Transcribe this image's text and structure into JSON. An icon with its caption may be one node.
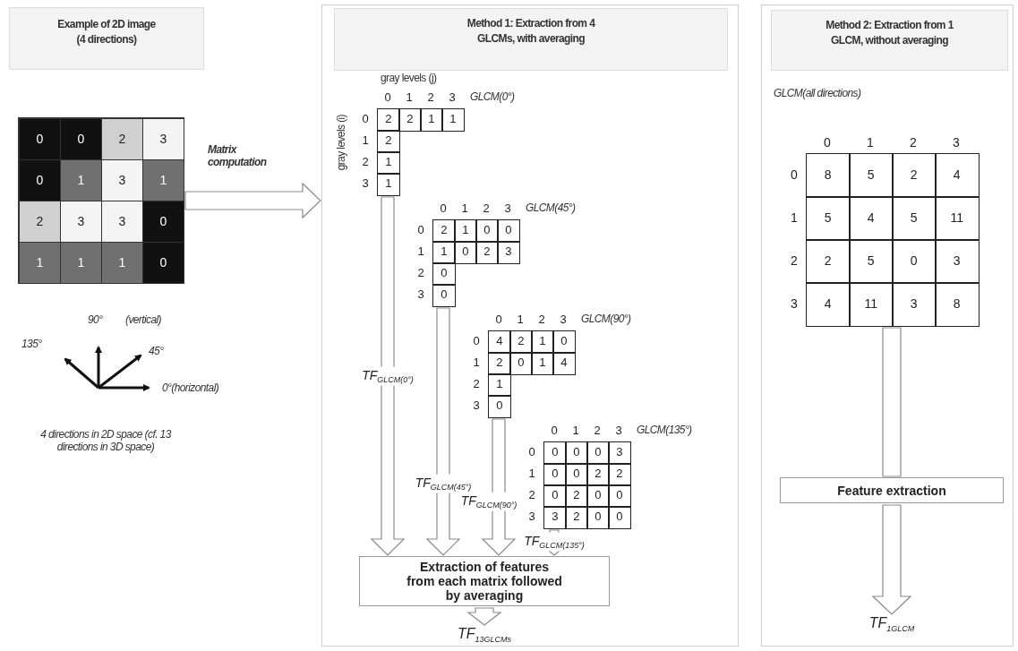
{
  "diagram": {
    "nodes": [
      {
        "text": [
          "Example of 2D image (4 directions)"
        ]
      },
      {
        "text": [],
        "shape": "box"
      },
      {
        "text": [
          "Method 1: Extraction from 4 GLCMs, with averaging"
        ]
      },
      {
        "text": [
          "GLCM(0°)"
        ],
        "in": 2
      },
      {
        "text": [
          "GLCM(45°)"
        ],
        "in": 2
      },
      {
        "text": [
          "GLCM(90°)"
        ],
        "in": 2
      },
      {
        "text": [
          "GLCM(135°)"
        ],
        "in": 2
      },
      {
        "text": [
          "Extraction of features from each matrix followed by averaging"
        ],
        "in": 2
      },
      {
        "text": [
          "TF$_{13GLCMs}$"
        ],
        "in": 2
      },
      {
        "text": [
          "Method 2: Extraction from 1 GLCM, without averaging"
        ]
      },
      {
        "text": [
          "GLCM(all directions)"
        ],
        "in": 9
      },
      {
        "text": [
          "Feature extraction"
        ],
        "in": 9
      },
      {
        "text": [
          "TF$_{1GLCM}$"
        ],
        "in": 9
      }
    ],
    "edges": [
      {
        "from": 1,
        "to": 2,
        "arrow": "to",
        "label": "Matrix computation"
      },
      {
        "from": 3,
        "to": 7,
        "arrow": "to",
        "label": "TF$_{GLCM(0°)}$"
      },
      {
        "from": 4,
        "to": 7,
        "arrow": "to",
        "label": "TF$_{GLCM(45°)}$"
      },
      {
        "from": 5,
        "to": 7,
        "arrow": "to",
        "label": "TF$_{GLCM(90°)}$"
      },
      {
        "from": 6,
        "to": 7,
        "arrow": "to",
        "label": "TF$_{GLCM(135°)}$"
      },
      {
        "from": 7,
        "to": 8,
        "arrow": "to"
      },
      {
        "from": 10,
        "to": 11,
        "arrow": "none"
      },
      {
        "from": 11,
        "to": 12,
        "arrow": "to"
      }
    ],
    "labels": [
      "0",
      "0",
      "2",
      "3",
      "0",
      "1",
      "3",
      "1",
      "2",
      "3",
      "3",
      "0",
      "1",
      "1",
      "1",
      "0",
      "90°",
      "(vertical)",
      "135°",
      "45°",
      "0°(horizontal)",
      "4 directions in 2D space (cf. 13 directions in 3D space)",
      "gray levels (j)",
      "gray levels (i)",
      "0",
      "1",
      "2",
      "3",
      "0",
      "2",
      "2",
      "1",
      "1",
      "1",
      "2",
      "2",
      "1",
      "3",
      "1",
      "0",
      "1",
      "2",
      "3",
      "0",
      "2",
      "1",
      "0",
      "0",
      "1",
      "1",
      "0",
      "2",
      "3",
      "2",
      "0",
      "3",
      "0",
      "0",
      "1",
      "2",
      "3",
      "0",
      "4",
      "2",
      "1",
      "0",
      "1",
      "2",
      "0",
      "1",
      "4",
      "2",
      "1",
      "3",
      "0",
      "0",
      "1",
      "2",
      "3",
      "0",
      "0",
      "0",
      "0",
      "3",
      "1",
      "0",
      "0",
      "2",
      "2",
      "2",
      "0",
      "2",
      "0",
      "0",
      "3",
      "3",
      "2",
      "0",
      "0",
      "0",
      "1",
      "2",
      "3",
      "0",
      "8",
      "5",
      "2",
      "4",
      "1",
      "5",
      "4",
      "5",
      "11",
      "2",
      "2",
      "5",
      "0",
      "3",
      "3",
      "4",
      "11",
      "3",
      "8"
    ]
  }
}
